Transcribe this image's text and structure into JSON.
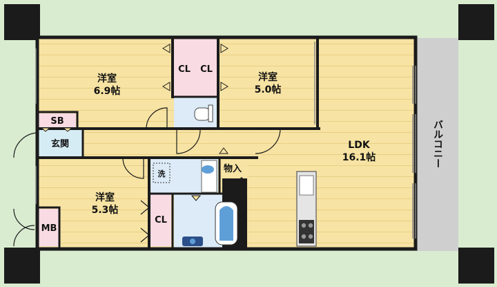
{
  "rooms": {
    "western1": {
      "name": "洋室",
      "size": "6.9帖"
    },
    "western2": {
      "name": "洋室",
      "size": "5.0帖"
    },
    "western3": {
      "name": "洋室",
      "size": "5.3帖"
    },
    "ldk": {
      "name": "LDK",
      "size": "16.1帖"
    }
  },
  "labels": {
    "cl1": "CL",
    "cl2": "CL",
    "cl3": "CL",
    "sb": "SB",
    "entrance": "玄関",
    "storage": "物入",
    "wash": "洗",
    "mb": "MB",
    "balcony": "バルコニー"
  },
  "colors": {
    "floor": "#f7e3a3",
    "floor_line": "#e8cf86",
    "closet": "#f9dbe3",
    "wet_area": "#dcebf7",
    "entrance": "#d6ecf5",
    "balcony": "#cfcfcf",
    "wall": "#1b1b1b",
    "background": "#d9ecd0"
  }
}
